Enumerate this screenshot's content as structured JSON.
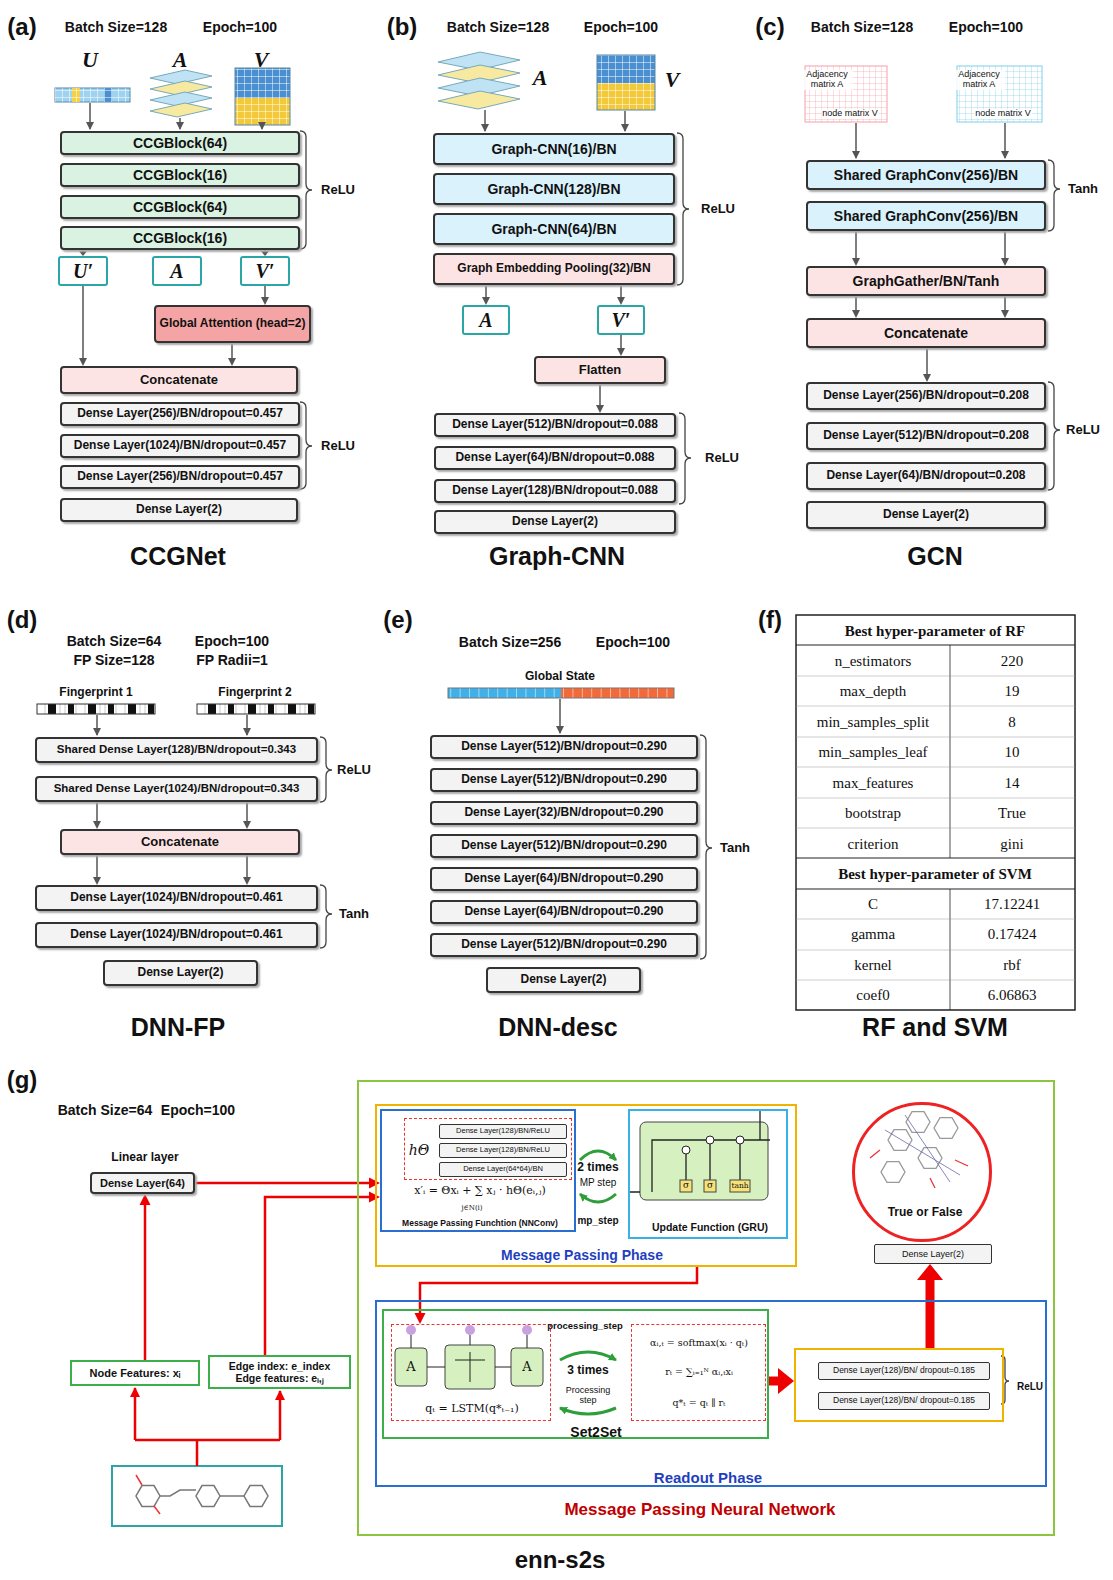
{
  "diagram": {
    "nodes": [
      {
        "text": [
          "CCGBlock(64)"
        ]
      },
      {
        "text": [
          "CCGBlock(16)"
        ]
      },
      {
        "text": [
          "CCGBlock(64)"
        ]
      },
      {
        "text": [
          "CCGBlock(16)"
        ]
      },
      {
        "text": [
          "U′"
        ]
      },
      {
        "text": [
          "A"
        ]
      },
      {
        "text": [
          "V′"
        ]
      },
      {
        "text": [
          "Global Attention (head=2)"
        ]
      },
      {
        "text": [
          "Concatenate"
        ]
      },
      {
        "text": [
          "Dense Layer(256)/BN/dropout=0.457"
        ]
      },
      {
        "text": [
          "Dense Layer(1024)/BN/dropout=0.457"
        ]
      },
      {
        "text": [
          "Dense Layer(256)/BN/dropout=0.457"
        ]
      },
      {
        "text": [
          "Dense Layer(2)"
        ]
      },
      {
        "text": [
          "Graph-CNN(16)/BN"
        ]
      },
      {
        "text": [
          "Graph-CNN(128)/BN"
        ]
      },
      {
        "text": [
          "Graph-CNN(64)/BN"
        ]
      },
      {
        "text": [
          "Graph Embedding Pooling(32)/BN"
        ]
      },
      {
        "text": [
          "A"
        ]
      },
      {
        "text": [
          "V′"
        ]
      },
      {
        "text": [
          "Flatten"
        ]
      },
      {
        "text": [
          "Dense Layer(512)/BN/dropout=0.088"
        ]
      },
      {
        "text": [
          "Dense Layer(64)/BN/dropout=0.088"
        ]
      },
      {
        "text": [
          "Dense Layer(128)/BN/dropout=0.088"
        ]
      },
      {
        "text": [
          "Dense Layer(2)"
        ]
      },
      {
        "text": [
          "Shared GraphConv(256)/BN"
        ]
      },
      {
        "text": [
          "Shared GraphConv(256)/BN"
        ]
      },
      {
        "text": [
          "GraphGather/BN/Tanh"
        ]
      },
      {
        "text": [
          "Concatenate"
        ]
      },
      {
        "text": [
          "Dense Layer(256)/BN/dropout=0.208"
        ]
      },
      {
        "text": [
          "Dense Layer(512)/BN/dropout=0.208"
        ]
      },
      {
        "text": [
          "Dense Layer(64)/BN/dropout=0.208"
        ]
      },
      {
        "text": [
          "Dense Layer(2)"
        ]
      },
      {
        "text": [
          "Shared Dense Layer(128)/BN/dropout=0.343"
        ]
      },
      {
        "text": [
          "Shared Dense Layer(1024)/BN/dropout=0.343"
        ]
      },
      {
        "text": [
          "Concatenate"
        ]
      },
      {
        "text": [
          "Dense Layer(1024)/BN/dropout=0.461"
        ]
      },
      {
        "text": [
          "Dense Layer(1024)/BN/dropout=0.461"
        ]
      },
      {
        "text": [
          "Dense Layer(2)"
        ]
      },
      {
        "text": [
          "Dense Layer(512)/BN/dropout=0.290"
        ]
      },
      {
        "text": [
          "Dense Layer(512)/BN/dropout=0.290"
        ]
      },
      {
        "text": [
          "Dense Layer(32)/BN/dropout=0.290"
        ]
      },
      {
        "text": [
          "Dense Layer(512)/BN/dropout=0.290"
        ]
      },
      {
        "text": [
          "Dense Layer(64)/BN/dropout=0.290"
        ]
      },
      {
        "text": [
          "Dense Layer(64)/BN/dropout=0.290"
        ]
      },
      {
        "text": [
          "Dense Layer(512)/BN/dropout=0.290"
        ]
      },
      {
        "text": [
          "Dense Layer(2)"
        ]
      },
      {
        "text": [
          "Dense Layer(64)"
        ]
      },
      {
        "text": [
          "Node Features: xᵢ"
        ]
      },
      {
        "text": [
          "Edge index: e_index",
          "Edge features: eᵢ,ⱼ"
        ]
      },
      {
        "text": [
          "Message Passing Neural Network"
        ]
      },
      {
        "text": [
          "Message Passing Phase"
        ],
        "in": 49
      },
      {
        "text": [
          "x′ᵢ = Θxᵢ + ∑ xⱼ · hΘ(eᵢ,ⱼ)",
          "j∈N(i)",
          "Message Passing Funchtion (NNConv)"
        ],
        "in": 50
      },
      {
        "text": [
          "hΘ"
        ],
        "in": 51
      },
      {
        "text": [
          "Dense Layer(128)/BN/ReLU"
        ],
        "in": 52
      },
      {
        "text": [
          "Dense Layer(128)/BN/ReLU"
        ],
        "in": 52
      },
      {
        "text": [
          "Dense Layer(64*64)/BN"
        ],
        "in": 52
      },
      {
        "text": [
          "Update Function (GRU)"
        ],
        "in": 50
      },
      {
        "text": [
          "Readout Phase"
        ],
        "in": 49
      },
      {
        "text": [
          "Set2Set"
        ],
        "in": 57
      },
      {
        "text": [
          "qₜ = LSTM(q*ₜ₋₁)"
        ],
        "in": 58
      },
      {
        "text": [
          "αᵢ,ₜ = softmax(xᵢ · qₜ)",
          "rₜ = ∑ᵢ₌₁ᴺ αᵢ,ₜxᵢ",
          "q*ₜ = qₜ ∥ rₜ"
        ],
        "in": 58
      },
      {
        "text": [
          "ReLU"
        ],
        "in": 57
      },
      {
        "text": [
          "Dense Layer(128)/BN/ dropout=0.185"
        ],
        "in": 61
      },
      {
        "text": [
          "Dense Layer(128)/BN/ dropout=0.185"
        ],
        "in": 61
      },
      {
        "text": [
          "Dense Layer(2)"
        ],
        "in": 49
      },
      {
        "text": [
          "True or False"
        ],
        "in": 49
      }
    ],
    "edges": [
      {
        "from": 3,
        "to": 4,
        "arrow": "to"
      },
      {
        "from": 3,
        "to": 6,
        "arrow": "to"
      },
      {
        "from": 6,
        "to": 7,
        "arrow": "to"
      },
      {
        "from": 4,
        "to": 8,
        "arrow": "to"
      },
      {
        "from": 7,
        "to": 8,
        "arrow": "to"
      },
      {
        "from": 16,
        "to": 17,
        "arrow": "to"
      },
      {
        "from": 16,
        "to": 18,
        "arrow": "to"
      },
      {
        "from": 18,
        "to": 19,
        "arrow": "to"
      },
      {
        "from": 19,
        "to": 20,
        "arrow": "to"
      },
      {
        "from": 25,
        "to": 26,
        "arrow": "to"
      },
      {
        "from": 25,
        "to": 26,
        "arrow": "to"
      },
      {
        "from": 26,
        "to": 27,
        "arrow": "to"
      },
      {
        "from": 26,
        "to": 27,
        "arrow": "to"
      },
      {
        "from": 27,
        "to": 28,
        "arrow": "to"
      },
      {
        "from": 33,
        "to": 34,
        "arrow": "to"
      },
      {
        "from": 33,
        "to": 34,
        "arrow": "to"
      },
      {
        "from": 34,
        "to": 35,
        "arrow": "to"
      },
      {
        "from": 34,
        "to": 35,
        "arrow": "to"
      },
      {
        "from": 47,
        "to": 46,
        "arrow": "to"
      },
      {
        "from": 46,
        "to": 51,
        "arrow": "to"
      },
      {
        "from": 48,
        "to": 51,
        "arrow": "to"
      },
      {
        "from": 50,
        "to": 59,
        "arrow": "to"
      },
      {
        "from": 58,
        "to": 61,
        "arrow": "to"
      },
      {
        "from": 61,
        "to": 64,
        "arrow": "to"
      }
    ],
    "labels": [
      "(a)",
      "Batch Size=128",
      "Epoch=100",
      "U",
      "A",
      "V",
      "ReLU",
      "ReLU",
      "CCGNet",
      "(b)",
      "Batch Size=128",
      "Epoch=100",
      "A",
      "V",
      "ReLU",
      "ReLU",
      "Graph-CNN",
      "(c)",
      "Batch Size=128",
      "Epoch=100",
      "Adjacency matrix A",
      "node matrix V",
      "Adjacency matrix A",
      "node matrix V",
      "Tanh",
      "ReLU",
      "GCN",
      "(d)",
      "Batch Size=64",
      "Epoch=100",
      "FP Size=128",
      "FP Radii=1",
      "Fingerprint 1",
      "Fingerprint 2",
      "ReLU",
      "Tanh",
      "DNN-FP",
      "(e)",
      "Batch Size=256",
      "Epoch=100",
      "Global State",
      "Tanh",
      "DNN-desc",
      "(f)",
      "Best hyper-parameter of RF",
      "n_estimators",
      "220",
      "max_depth",
      "19",
      "min_samples_split",
      "8",
      "min_samples_leaf",
      "10",
      "max_features",
      "14",
      "bootstrap",
      "True",
      "criterion",
      "gini",
      "Best hyper-parameter of SVM",
      "C",
      "17.12241",
      "gamma",
      "0.17424",
      "kernel",
      "rbf",
      "coef0",
      "6.06863",
      "RF and SVM",
      "(g)",
      "Batch Size=64",
      "Epoch=100",
      "Linear layer",
      "2 times",
      "MP step",
      "mp_step",
      "processing_step",
      "3 times",
      "Processing step",
      "enn-s2s",
      "σ",
      "σ",
      "tanh",
      "A",
      "A"
    ]
  }
}
